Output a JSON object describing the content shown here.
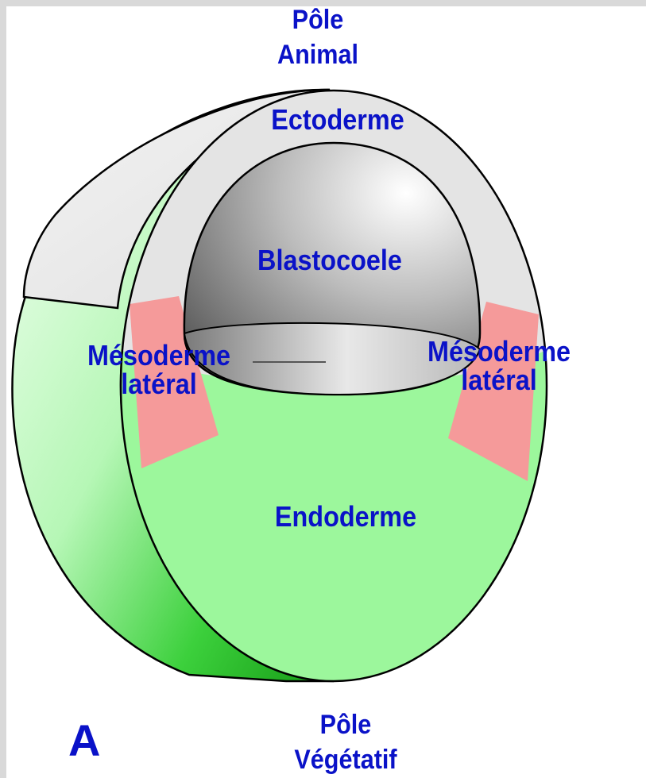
{
  "labels": {
    "pole_animal_line1": "Pôle",
    "pole_animal_line2": "Animal",
    "ectoderme": "Ectoderme",
    "blastocoele": "Blastocoele",
    "mesoderme_left_line1": "Mésoderme",
    "mesoderme_left_line2": "latéral",
    "mesoderme_right_line1": "Mésoderme",
    "mesoderme_right_line2": "latéral",
    "endoderme": "Endoderme",
    "pole_vegetatif_line1": "Pôle",
    "pole_vegetatif_line2": "Végétatif",
    "figure_letter": "A"
  },
  "colors": {
    "label_text": "#0a12c8",
    "ectoderm": "#e4e4e4",
    "mesoderm": "#f59a9a",
    "endoderm": "#9cf79c",
    "outline": "#000000"
  }
}
